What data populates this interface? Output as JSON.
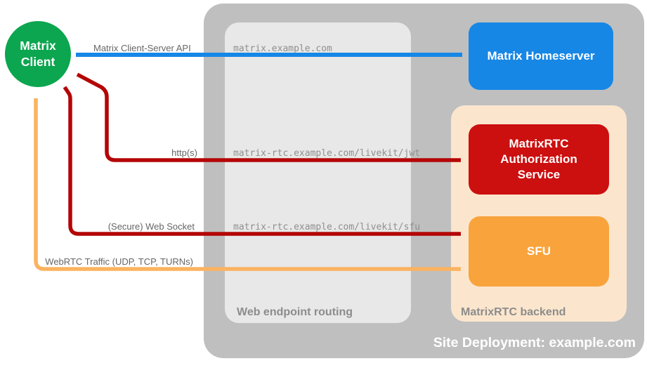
{
  "diagram": {
    "client": {
      "label": "Matrix Client"
    },
    "homeserver": {
      "label": "Matrix Homeserver"
    },
    "auth_service": {
      "label": "MatrixRTC Authorization Service"
    },
    "sfu": {
      "label": "SFU"
    },
    "routing_box": {
      "label": "Web endpoint routing",
      "endpoints": [
        "matrix.example.com",
        "matrix-rtc.example.com/livekit/jwt",
        "matrix-rtc.example.com/livekit/sfu"
      ]
    },
    "backend_box": {
      "label": "MatrixRTC backend"
    },
    "container": {
      "label": "Site Deployment: example.com"
    },
    "arrows": [
      {
        "name": "matrix-client-server-api",
        "label": "Matrix Client-Server API",
        "color": "#1787e6",
        "bidirectional": true
      },
      {
        "name": "https",
        "label": "http(s)",
        "color": "#b40606",
        "bidirectional": true
      },
      {
        "name": "secure-web-socket",
        "label": "(Secure) Web Socket",
        "color": "#b40606",
        "bidirectional": true
      },
      {
        "name": "webrtc-traffic",
        "label": "WebRTC Traffic (UDP, TCP, TURNs)",
        "color": "#fbb360",
        "bidirectional": true
      }
    ],
    "colors": {
      "container_gray": "#bfbfbf",
      "routing_gray": "#e8e8e8",
      "backend_peach": "#fbe6cd",
      "client_green": "#0ba64f",
      "homeserver_blue": "#1787e6",
      "auth_red": "#cc0f0f",
      "sfu_orange": "#f9a33c",
      "arrow_red": "#b40606",
      "arrow_orange": "#fbb360",
      "label_gray": "#666666"
    }
  }
}
